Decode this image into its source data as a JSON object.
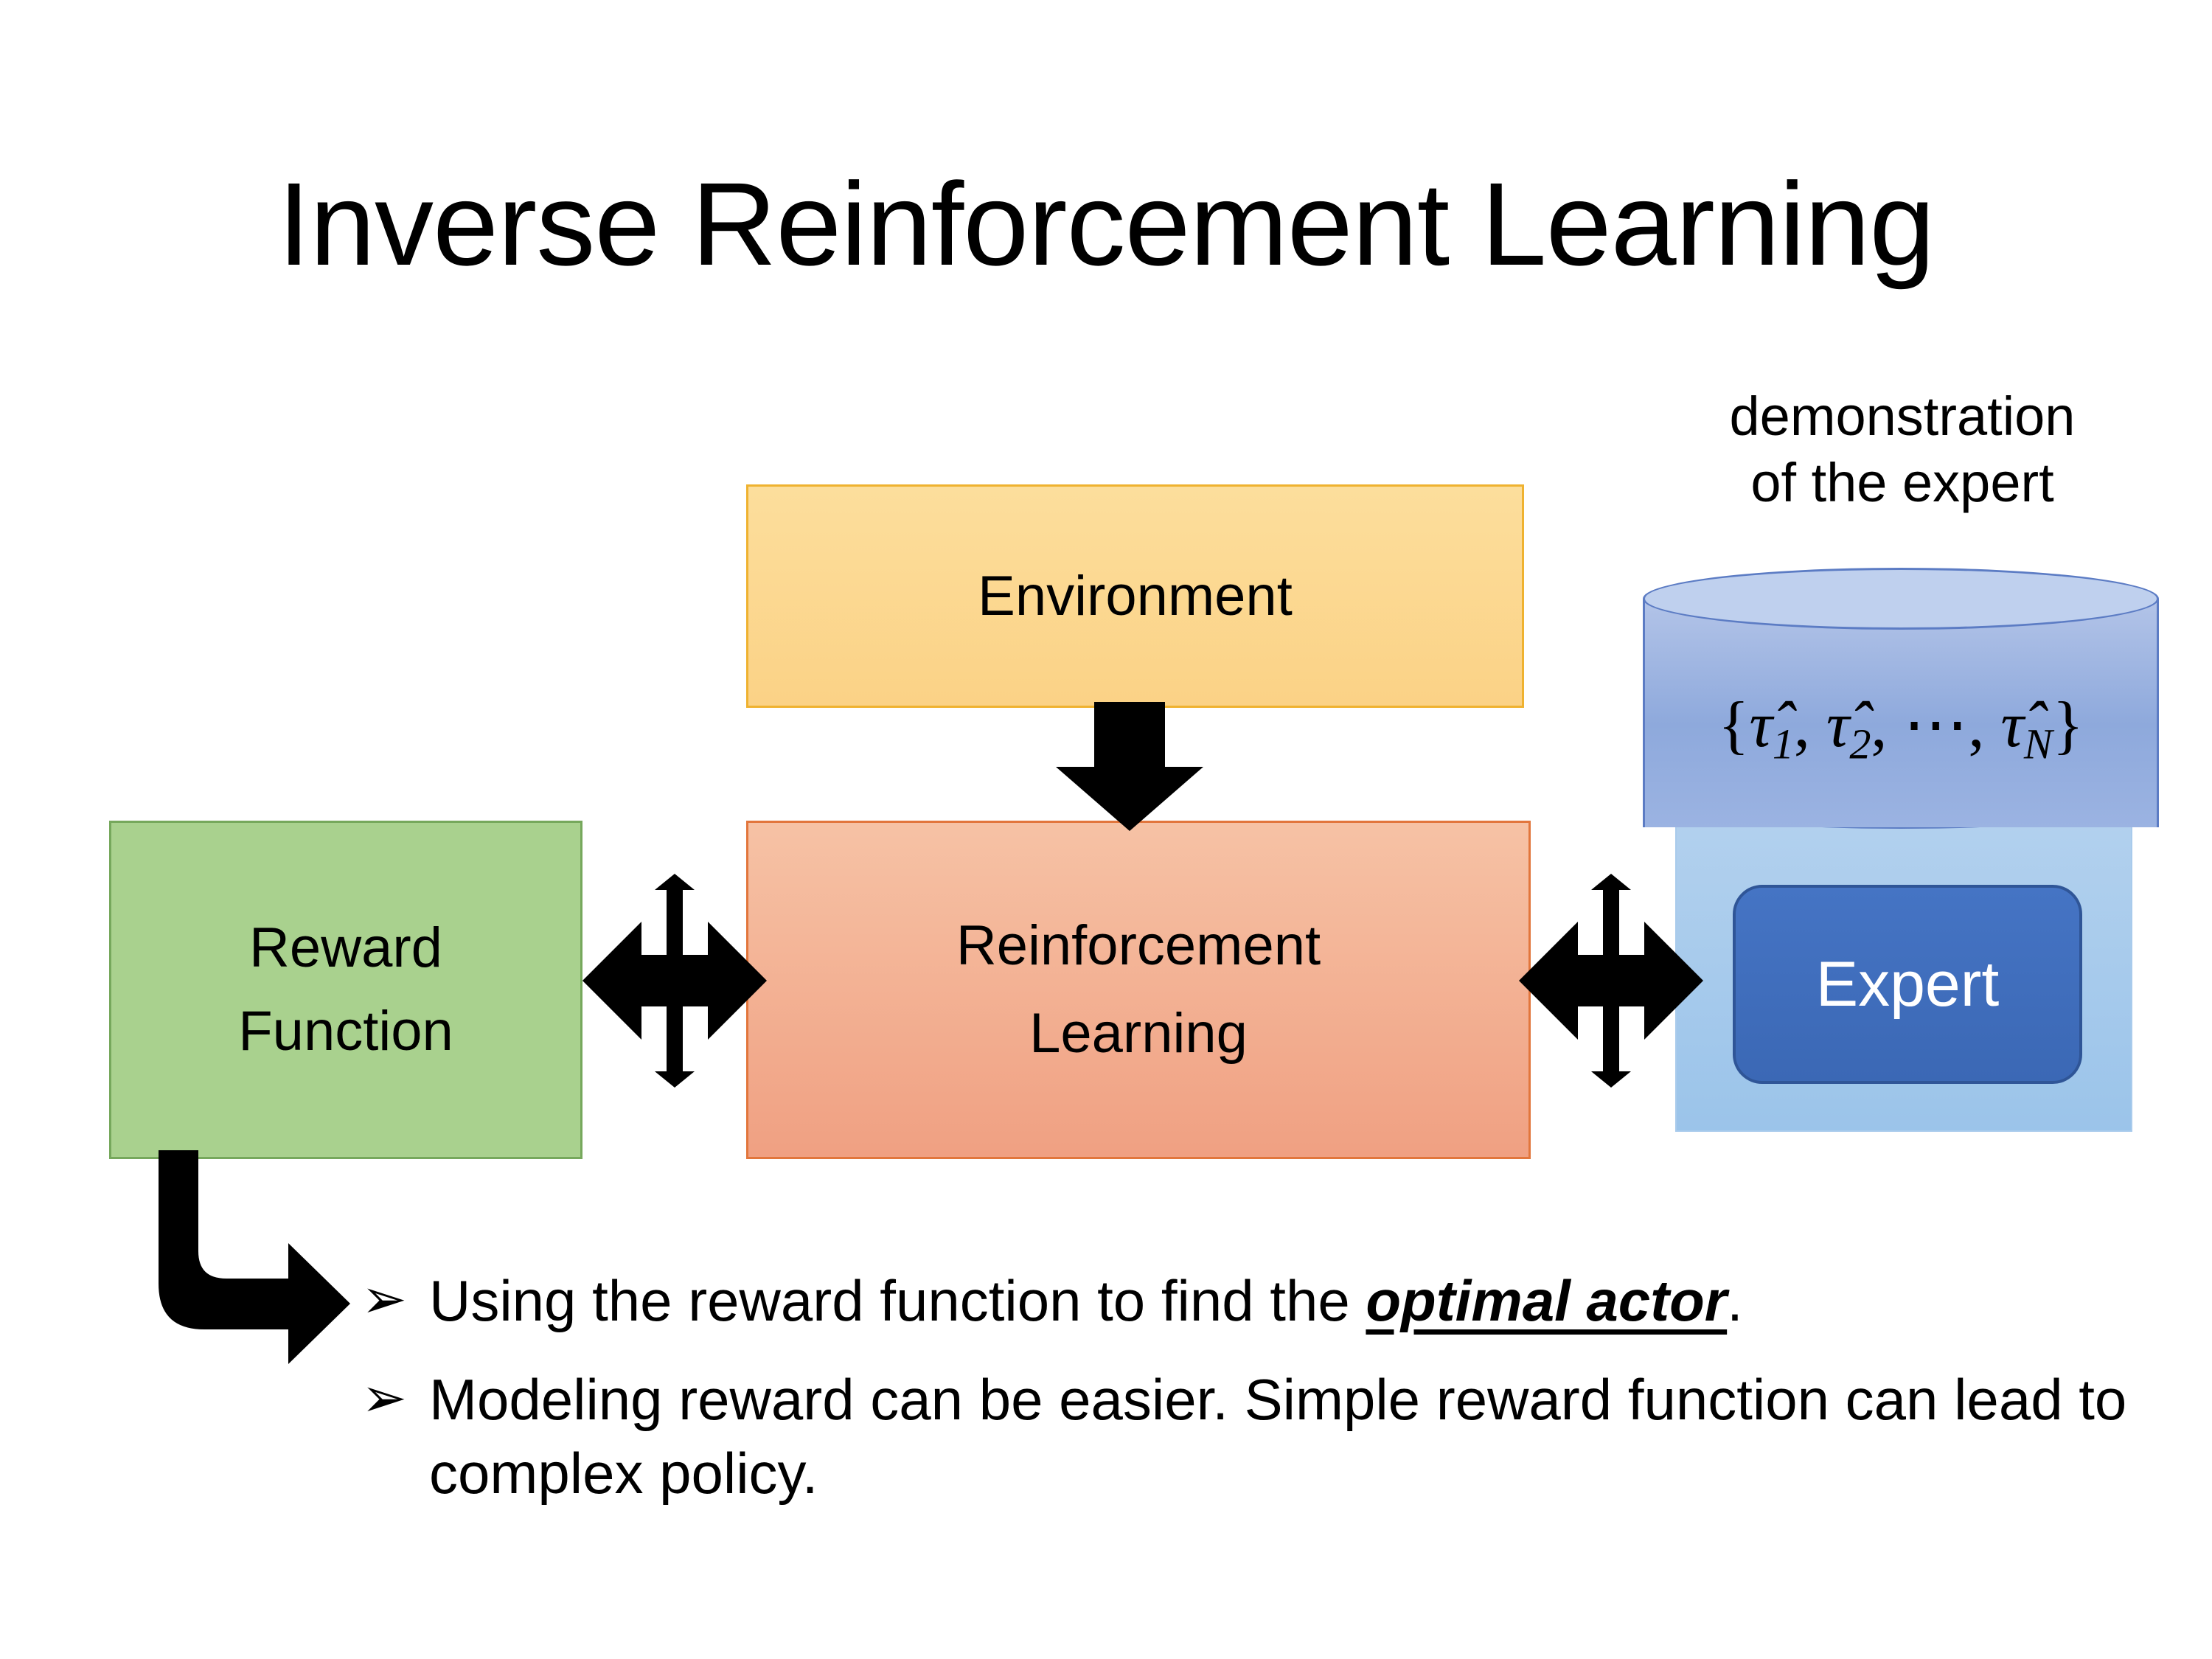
{
  "slide": {
    "title": "Inverse Reinforcement Learning",
    "background_color": "#FFFFFF"
  },
  "diagram": {
    "environment": {
      "label": "Environment",
      "fill_color": "#FBD286",
      "border_color": "#EFB230"
    },
    "reinforcement_learning": {
      "label": "Reinforcement\nLearning",
      "fill_color": "#F0A082",
      "border_color": "#E2763C"
    },
    "reward_function": {
      "label": "Reward\nFunction",
      "fill_color": "#A9D18E",
      "border_color": "#76A85C"
    },
    "expert": {
      "caption": "demonstration\nof the expert",
      "button_label": "Expert",
      "button_fill_color": "#4574C4",
      "button_text_color": "#FFFFFF",
      "plate_fill_color": "#9BC4EA",
      "cylinder_fill_color": "#8EA9DC",
      "cylinder_top_color": "#BFD0EE",
      "cylinder_border_color": "#5C7CC4",
      "formula": {
        "open_brace": "{",
        "terms": [
          {
            "symbol": "τ̂",
            "subscript": "1",
            "separator": ", "
          },
          {
            "symbol": "τ̂",
            "subscript": "2",
            "separator": ", "
          },
          {
            "symbol": "⋯",
            "subscript": "",
            "separator": ", "
          },
          {
            "symbol": "τ̂",
            "subscript": "N",
            "separator": ""
          }
        ],
        "close_brace": "}",
        "plain_text": "{τ̂1, τ̂2, ⋯, τ̂N}"
      }
    },
    "arrows": [
      {
        "name": "environment-to-rl",
        "kind": "down-arrow",
        "color": "#000000"
      },
      {
        "name": "reward-rl-bidirectional",
        "kind": "four-way-arrow",
        "color": "#000000"
      },
      {
        "name": "rl-expert-bidirectional",
        "kind": "four-way-arrow",
        "color": "#000000"
      },
      {
        "name": "reward-to-bullets",
        "kind": "elbow-arrow",
        "color": "#000000"
      }
    ]
  },
  "bullets": {
    "marker": "➢",
    "items": [
      {
        "prefix": "Using the reward function to find the ",
        "emphasis": "optimal actor",
        "suffix": "."
      },
      {
        "prefix": "Modeling reward can be easier. Simple reward function can lead to complex policy.",
        "emphasis": "",
        "suffix": ""
      }
    ]
  }
}
